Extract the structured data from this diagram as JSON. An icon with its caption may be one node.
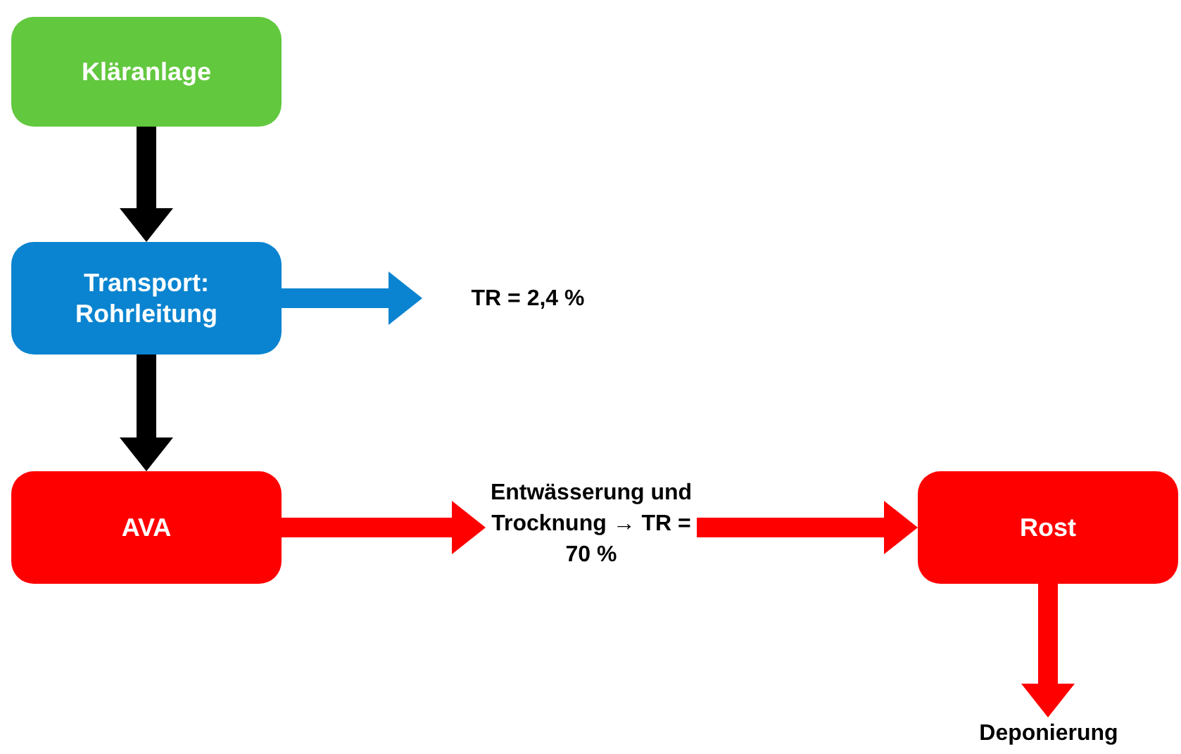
{
  "diagram": {
    "nodes": [
      {
        "text": [
          "Kläranlage"
        ]
      },
      {
        "text": [
          "Transport: Rohrleitung"
        ]
      },
      {
        "text": [
          "TR = 2,4 %"
        ]
      },
      {
        "text": [
          "AVA"
        ]
      },
      {
        "text": [
          "Entwässerung und Trocknung → TR = 70 %"
        ]
      },
      {
        "text": [
          "Rost"
        ]
      },
      {
        "text": [
          "Deponierung"
        ]
      }
    ],
    "edges": [
      {
        "from": 0,
        "to": 1,
        "arrow": "to",
        "color": "#000000"
      },
      {
        "from": 1,
        "to": 2,
        "arrow": "to",
        "color": "#0a84d0"
      },
      {
        "from": 1,
        "to": 3,
        "arrow": "to",
        "color": "#000000"
      },
      {
        "from": 3,
        "to": 4,
        "arrow": "to",
        "color": "#ff0000"
      },
      {
        "from": 4,
        "to": 5,
        "arrow": "to",
        "color": "#ff0000"
      },
      {
        "from": 5,
        "to": 6,
        "arrow": "to",
        "color": "#ff0000"
      }
    ]
  }
}
